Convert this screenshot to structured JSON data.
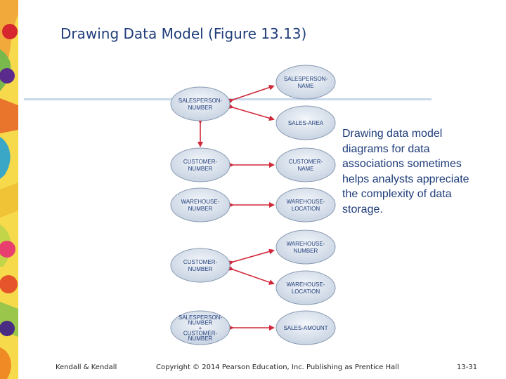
{
  "slide": {
    "title": "Drawing Data Model (Figure 13.13)",
    "body": "Drawing data model diagrams for data associations sometimes helps analysts appreciate the complexity of data storage."
  },
  "diagram": {
    "left_nodes": [
      {
        "lines": [
          "SALESPERSON-",
          "NUMBER"
        ]
      },
      {
        "lines": [
          "CUSTOMER-",
          "NUMBER"
        ]
      },
      {
        "lines": [
          "WAREHOUSE-",
          "NUMBER"
        ]
      },
      {
        "lines": [
          "CUSTOMER-",
          "NUMBER"
        ]
      },
      {
        "lines": [
          "SALESPERSON-",
          "NUMBER",
          "+",
          "CUSTOMER-",
          "NUMBER"
        ]
      }
    ],
    "right_nodes": [
      {
        "lines": [
          "SALESPERSON-",
          "NAME"
        ]
      },
      {
        "lines": [
          "SALES-AREA"
        ]
      },
      {
        "lines": [
          "CUSTOMER-",
          "NAME"
        ]
      },
      {
        "lines": [
          "WAREHOUSE-",
          "LOCATION"
        ]
      },
      {
        "lines": [
          "WAREHOUSE-",
          "NUMBER"
        ]
      },
      {
        "lines": [
          "WAREHOUSE-",
          "LOCATION"
        ]
      },
      {
        "lines": [
          "SALES-AMOUNT"
        ]
      }
    ],
    "connections": [
      {
        "from": "left-0",
        "to": "right-0"
      },
      {
        "from": "left-0",
        "to": "right-1"
      },
      {
        "from": "left-0",
        "to": "left-1"
      },
      {
        "from": "left-1",
        "to": "right-2"
      },
      {
        "from": "left-2",
        "to": "right-3"
      },
      {
        "from": "left-3",
        "to": "right-4"
      },
      {
        "from": "left-3",
        "to": "right-5"
      },
      {
        "from": "left-4",
        "to": "right-6"
      }
    ],
    "colors": {
      "ellipse_fill": "#dfe6f0",
      "ellipse_stroke": "#8a9bb3",
      "arrow": "#d0283a"
    }
  },
  "footer": {
    "left": "Kendall & Kendall",
    "center": "Copyright © 2014 Pearson Education, Inc. Publishing as Prentice Hall",
    "right": "13-31"
  }
}
